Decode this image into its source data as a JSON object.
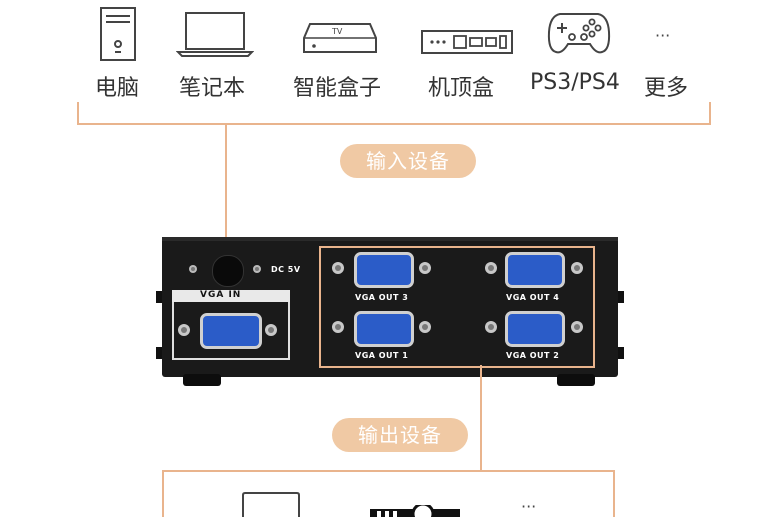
{
  "devices_in": [
    {
      "label": "电脑",
      "icon": "desktop-tower-icon"
    },
    {
      "label": "笔记本",
      "icon": "laptop-icon"
    },
    {
      "label": "智能盒子",
      "icon": "tv-box-icon"
    },
    {
      "label": "机顶盒",
      "icon": "set-top-box-icon"
    },
    {
      "label": "PS3/PS4",
      "icon": "gamepad-icon"
    },
    {
      "label": "更多",
      "icon": "ellipsis-icon"
    }
  ],
  "tv_box_text": "TV",
  "input_badge": "输入设备",
  "output_badge": "输出设备",
  "panel": {
    "dc_label": "DC 5V",
    "vga_in_label": "VGA IN",
    "ports": [
      "VGA OUT 3",
      "VGA OUT 4",
      "VGA OUT 1",
      "VGA OUT 2"
    ]
  },
  "more_dots": "···",
  "colors": {
    "accent_line": "#e9b48d",
    "badge": "#f0c9a4",
    "device_body": "#1a1a1a",
    "vga_blue": "#2b5cc8"
  }
}
